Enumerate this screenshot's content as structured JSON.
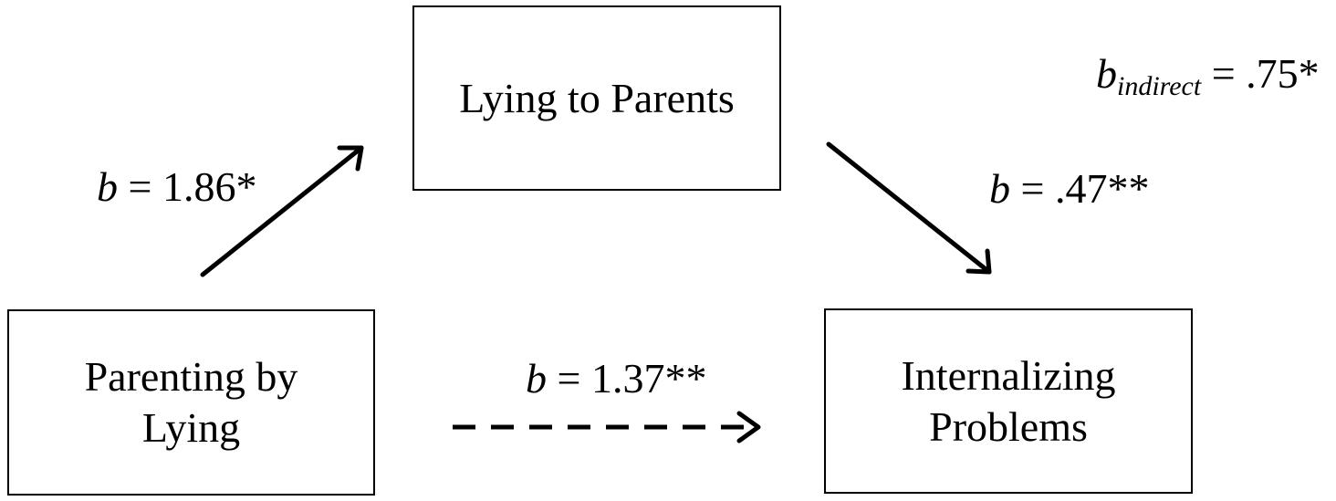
{
  "nodes": {
    "mediator": {
      "label": "Lying to Parents"
    },
    "predictor": {
      "line1": "Parenting by",
      "line2": "Lying"
    },
    "outcome": {
      "line1": "Internalizing",
      "line2": "Problems"
    }
  },
  "paths": {
    "a": {
      "symbol": "b",
      "equals": " = ",
      "value": "1.86*"
    },
    "b": {
      "symbol": "b",
      "equals": " = ",
      "value": ".47**"
    },
    "c": {
      "symbol": "b",
      "equals": " = ",
      "value": "1.37**",
      "style": "dashed"
    }
  },
  "indirect": {
    "symbol": "b",
    "subscript": "indirect",
    "equals": " = ",
    "value": ".75*"
  },
  "colors": {
    "line": "#000000",
    "background": "#ffffff"
  }
}
